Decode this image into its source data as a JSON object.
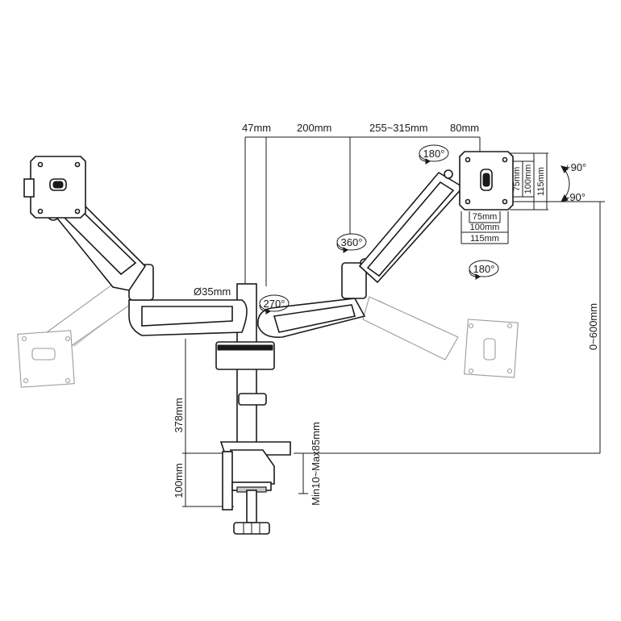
{
  "dimensions": {
    "pole_offset": "47mm",
    "arm_first": "200mm",
    "arm_second": "255~315mm",
    "head_offset": "80mm",
    "pole_diameter": "Ø35mm",
    "pole_height": "378mm",
    "clamp_height": "100mm",
    "clamp_range": "Min10~Max85mm",
    "height_range": "0~600mm",
    "vesa_h_75": "75mm",
    "vesa_h_100": "100mm",
    "vesa_h_115": "115mm",
    "vesa_w_75": "75mm",
    "vesa_w_100": "100mm",
    "vesa_w_115": "115mm"
  },
  "angles": {
    "tilt_up": "+90°",
    "tilt_down": "-90°",
    "rotate_head_top": "180°",
    "rotate_head_side": "180°",
    "swivel_arm": "360°",
    "swivel_base": "270°"
  }
}
